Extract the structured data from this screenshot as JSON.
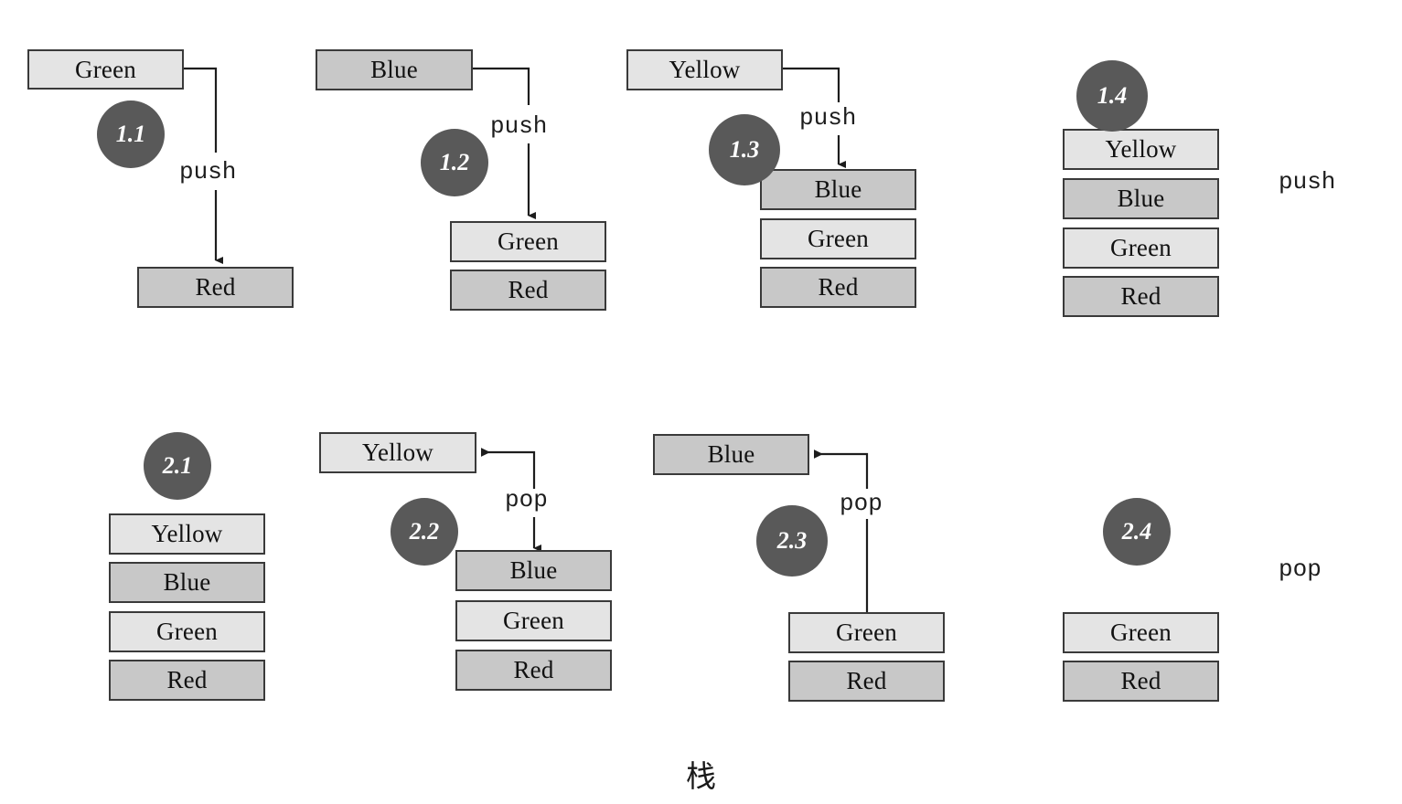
{
  "caption": "栈",
  "colors": {
    "light_box": "#e4e4e4",
    "medium_box": "#c8c8c8",
    "box_border": "#3a3a3a",
    "badge_fill": "#595959",
    "badge_text": "#ffffff",
    "line": "#1d1d1d",
    "background": "#ffffff"
  },
  "labels": {
    "push": "push",
    "pop": "pop"
  },
  "steps": [
    {
      "id": "1.1",
      "badge": "1.1",
      "operation": "push",
      "incoming_item": "Green",
      "stack": [
        "Red"
      ]
    },
    {
      "id": "1.2",
      "badge": "1.2",
      "operation": "push",
      "incoming_item": "Blue",
      "stack": [
        "Green",
        "Red"
      ]
    },
    {
      "id": "1.3",
      "badge": "1.3",
      "operation": "push",
      "incoming_item": "Yellow",
      "stack": [
        "Blue",
        "Green",
        "Red"
      ]
    },
    {
      "id": "1.4",
      "badge": "1.4",
      "operation": "push",
      "incoming_item": null,
      "stack": [
        "Yellow",
        "Blue",
        "Green",
        "Red"
      ]
    },
    {
      "id": "2.1",
      "badge": "2.1",
      "operation": "pop",
      "incoming_item": null,
      "stack": [
        "Yellow",
        "Blue",
        "Green",
        "Red"
      ]
    },
    {
      "id": "2.2",
      "badge": "2.2",
      "operation": "pop",
      "incoming_item": "Yellow",
      "stack": [
        "Blue",
        "Green",
        "Red"
      ]
    },
    {
      "id": "2.3",
      "badge": "2.3",
      "operation": "pop",
      "incoming_item": "Blue",
      "stack": [
        "Green",
        "Red"
      ]
    },
    {
      "id": "2.4",
      "badge": "2.4",
      "operation": "pop",
      "incoming_item": null,
      "stack": [
        "Green",
        "Red"
      ]
    }
  ],
  "items": {
    "s11_detached": "Green",
    "s11_stack_0": "Red",
    "s11_op": "push",
    "s11_badge": "1.1",
    "s12_detached": "Blue",
    "s12_stack_0": "Green",
    "s12_stack_1": "Red",
    "s12_op": "push",
    "s12_badge": "1.2",
    "s13_detached": "Yellow",
    "s13_stack_0": "Blue",
    "s13_stack_1": "Green",
    "s13_stack_2": "Red",
    "s13_op": "push",
    "s13_badge": "1.3",
    "s14_stack_0": "Yellow",
    "s14_stack_1": "Blue",
    "s14_stack_2": "Green",
    "s14_stack_3": "Red",
    "s14_op": "push",
    "s14_badge": "1.4",
    "s21_stack_0": "Yellow",
    "s21_stack_1": "Blue",
    "s21_stack_2": "Green",
    "s21_stack_3": "Red",
    "s21_badge": "2.1",
    "s22_detached": "Yellow",
    "s22_stack_0": "Blue",
    "s22_stack_1": "Green",
    "s22_stack_2": "Red",
    "s22_op": "pop",
    "s22_badge": "2.2",
    "s23_detached": "Blue",
    "s23_stack_0": "Green",
    "s23_stack_1": "Red",
    "s23_op": "pop",
    "s23_badge": "2.3",
    "s24_stack_0": "Green",
    "s24_stack_1": "Red",
    "s24_op": "pop",
    "s24_badge": "2.4"
  }
}
